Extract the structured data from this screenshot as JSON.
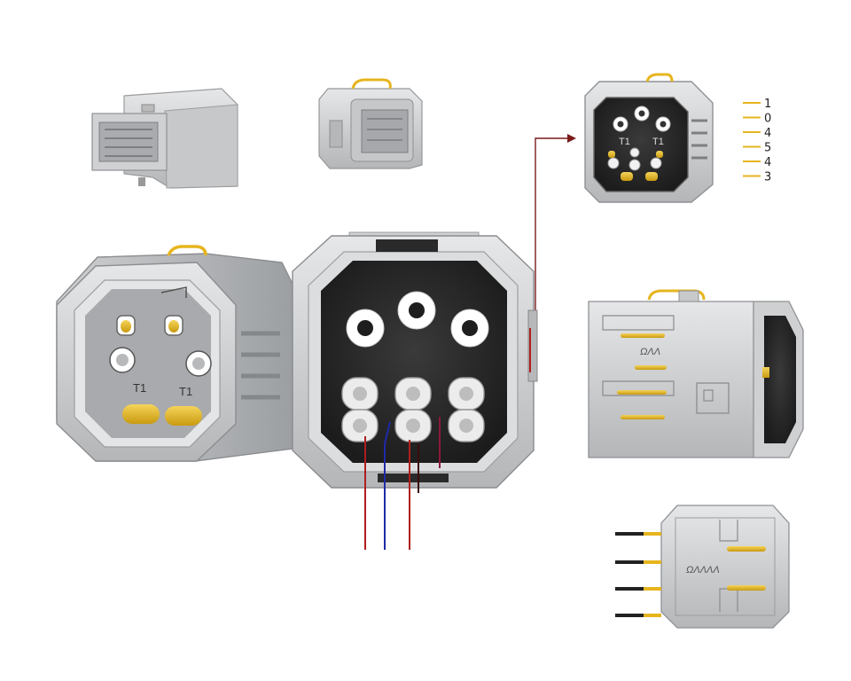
{
  "colors": {
    "housing_light": "#d9dadb",
    "housing_mid": "#b9bbbd",
    "housing_dark": "#8d9093",
    "cavity": "#2b2b2b",
    "gold": "#e6b51e",
    "wire_red": "#b01e1e",
    "wire_blue": "#1e2aa8",
    "wire_darkred": "#5a1414",
    "leader": "#7a1a1a"
  },
  "pin_legend": {
    "items": [
      "1",
      "0",
      "4",
      "5",
      "4",
      "3"
    ]
  },
  "front_connector": {
    "label_left": "T1",
    "label_right": "T1"
  },
  "detail_connector": {
    "label_left": "T1",
    "label_right": "T1"
  },
  "side_connector": {
    "marking": "ΩΛΛ"
  },
  "top_connector": {
    "marking": "ΩΛΛΛΛ"
  }
}
